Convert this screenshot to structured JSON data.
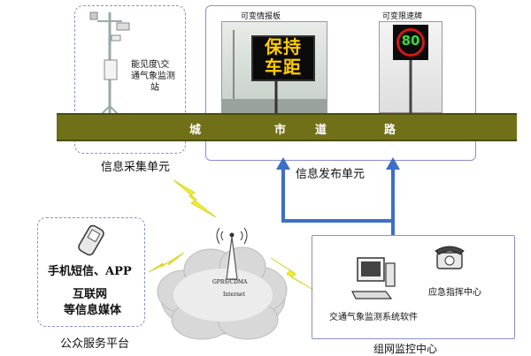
{
  "road": {
    "chars": [
      "城",
      "市",
      "道",
      "路"
    ]
  },
  "collection": {
    "unit_title": "信息采集单元",
    "station_label_lines": [
      "能见度\\交",
      "通气象监测",
      "站"
    ]
  },
  "publish": {
    "unit_title": "信息发布单元",
    "vms_caption": "可变情报板",
    "vms_text_lines": [
      "保持",
      "车距"
    ],
    "speed_caption": "可变限速牌",
    "speed_value": "80"
  },
  "public": {
    "platform_title": "公众服务平台",
    "sms_label": "手机短信、APP",
    "media_lines": [
      "互联网",
      "等信息媒体"
    ]
  },
  "cloud": {
    "network_label": "GPRS/CDMA",
    "internet_label": "Internet"
  },
  "monitor": {
    "center_title": "组网监控中心",
    "software_label": "交通气象监测系统软件",
    "command_label": "应急指挥中心"
  },
  "colors": {
    "road": "#707018",
    "box_border": "#8a8fd0",
    "arrow": "#3d6fc4",
    "lightning": "#f2ee2e"
  }
}
